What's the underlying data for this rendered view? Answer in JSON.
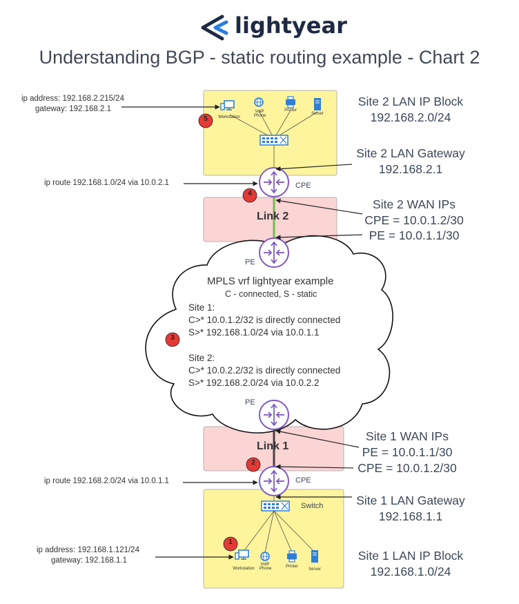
{
  "header": {
    "logo_text": "lightyear",
    "title": "Understanding BGP - static routing example - Chart 2"
  },
  "site2": {
    "block_title": "Site 2 LAN IP Block",
    "block_value": "192.168.2.0/24",
    "gateway_title": "Site 2 LAN Gateway",
    "gateway_value": "192.168.2.1",
    "wan_title": "Site 2 WAN IPs",
    "wan_cpe": "CPE = 10.0.1.2/30",
    "wan_pe": "PE = 10.0.1.1/30",
    "host_ip": "ip address: 192.168.2.215/24",
    "host_gw": "gateway: 192.168.2.1",
    "route": "ip route 192.168.1.0/24 via 10.0.2.1",
    "devices": [
      "Workstation",
      "VoIP Phone",
      "Printer",
      "Server"
    ],
    "link": "Link 2",
    "cpe_label": "CPE",
    "pe_label": "PE"
  },
  "cloud": {
    "title": "MPLS vrf lightyear example",
    "subtitle": "C - connected, S - static",
    "site1_title": "Site 1:",
    "site1_c": "C>* 10.0.1.2/32 is directly connected",
    "site1_s": "S>* 192.168.1.0/24 via 10.0.1.1",
    "site2_title": "Site 2:",
    "site2_c": "C>* 10.0.2.2/32 is directly connected",
    "site2_s": "S>* 192.168.2.0/24 via 10.0.2.2"
  },
  "site1": {
    "wan_title": "Site 1 WAN IPs",
    "wan_pe": "PE = 10.0.1.1/30",
    "wan_cpe": "CPE = 10.0.1.2/30",
    "gateway_title": "Site 1 LAN Gateway",
    "gateway_value": "192.168.1.1",
    "block_title": "Site 1 LAN IP Block",
    "block_value": "192.168.1.0/24",
    "host_ip": "ip address: 192.168.1.121/24",
    "host_gw": "gateway: 192.168.1.1",
    "route": "ip route 192.168.2.0/24 via 10.0.1.1",
    "devices": [
      "Workstation",
      "VoIP Phone",
      "Printer",
      "Server"
    ],
    "link": "Link 1",
    "cpe_label": "CPE",
    "pe_label": "PE",
    "switch_label": "Switch"
  },
  "steps": [
    "1",
    "2",
    "3",
    "4",
    "5"
  ],
  "colors": {
    "lan_fill": "#fdf49c",
    "link_fill": "#fbd4d4",
    "router": "#7e57c2",
    "step_badge": "#e53935",
    "switch": "#2f7fd6",
    "link2_line": "#6bbf4e",
    "brand_arrow": "#2a7de1"
  }
}
